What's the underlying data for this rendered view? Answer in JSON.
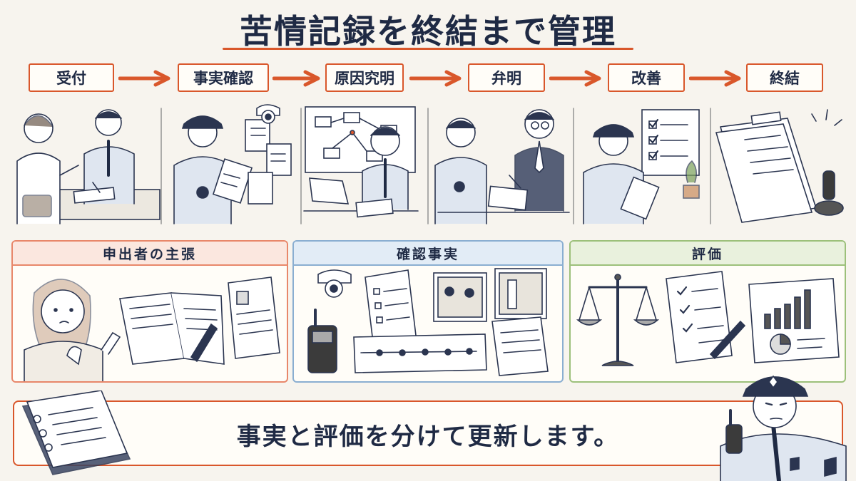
{
  "title": "苦情記録を終結まで管理",
  "steps": [
    {
      "label": "受付"
    },
    {
      "label": "事実確認"
    },
    {
      "label": "原因究明"
    },
    {
      "label": "弁明"
    },
    {
      "label": "改善"
    },
    {
      "label": "終結"
    }
  ],
  "panels": [
    {
      "title": "申出者の主張",
      "color": "#e8876a",
      "bg": "#fbe7df"
    },
    {
      "title": "確認事実",
      "color": "#8aaed1",
      "bg": "#e2ecf6"
    },
    {
      "title": "評価",
      "color": "#9cc07a",
      "bg": "#e9f1dd"
    }
  ],
  "bottom_message": "事実と評価を分けて更新します。",
  "colors": {
    "accent": "#d9572b",
    "ink": "#1f2a44",
    "background": "#f7f4ee"
  }
}
